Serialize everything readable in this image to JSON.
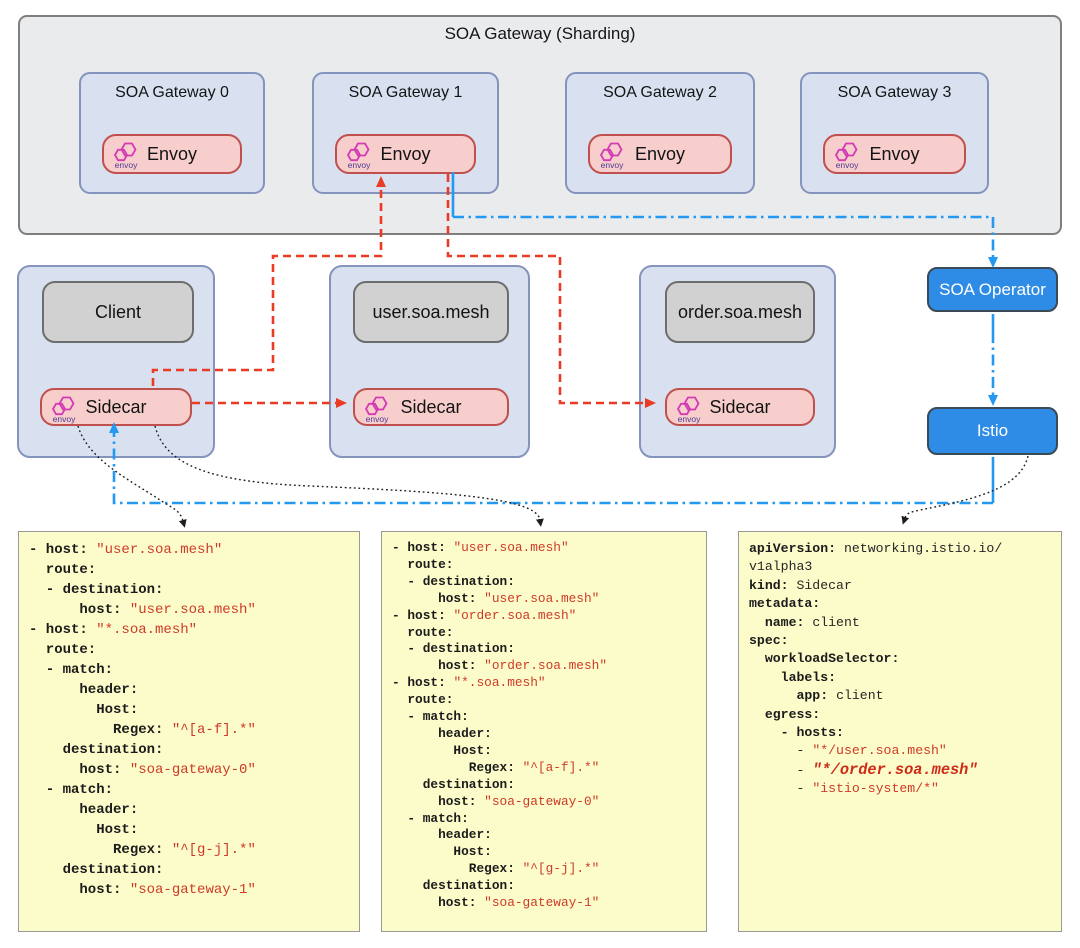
{
  "diagram_title": "SOA Gateway (Sharding)",
  "gateways": [
    {
      "label": "SOA Gateway 0",
      "proxy_label": "Envoy"
    },
    {
      "label": "SOA Gateway 1",
      "proxy_label": "Envoy"
    },
    {
      "label": "SOA Gateway 2",
      "proxy_label": "Envoy"
    },
    {
      "label": "SOA Gateway 3",
      "proxy_label": "Envoy"
    }
  ],
  "envoy_logo_text": "envoy",
  "services": [
    {
      "label": "Client",
      "proxy_label": "Sidecar"
    },
    {
      "label": "user.soa.mesh",
      "proxy_label": "Sidecar"
    },
    {
      "label": "order.soa.mesh",
      "proxy_label": "Sidecar"
    }
  ],
  "control_plane": {
    "operator_label": "SOA Operator",
    "istio_label": "Istio"
  },
  "colors": {
    "red_dashed_arrow": "#ea3b24",
    "blue_dashdot_arrow": "#2399f2",
    "black_dotted_arrow": "#1e1e1e",
    "container_fill": "#eaebed",
    "gateway_fill": "#d9e1f1",
    "gateway_border": "#8494bd",
    "proxy_fill": "#f8cecd",
    "proxy_border": "#bf504d",
    "service_label_fill": "#d1d1d1",
    "control_button_fill": "#2f8ce6",
    "code_block_fill": "#fcfccb",
    "code_key_color": "#1b1b1b",
    "code_string_color": "#cf3a28",
    "envoy_logo_magenta": "#d23bb4",
    "envoy_logo_purple": "#4b3a92"
  },
  "code_blocks": [
    {
      "lines": [
        [
          [
            "k",
            "- host: "
          ],
          [
            "s",
            "\"user.soa.mesh\""
          ]
        ],
        [
          [
            "k",
            "  route:"
          ]
        ],
        [
          [
            "k",
            "  - destination:"
          ]
        ],
        [
          [
            "k",
            "      host: "
          ],
          [
            "s",
            "\"user.soa.mesh\""
          ]
        ],
        [
          [
            "k",
            "- host: "
          ],
          [
            "s",
            "\"*.soa.mesh\""
          ]
        ],
        [
          [
            "k",
            "  route:"
          ]
        ],
        [
          [
            "k",
            "  - match:"
          ]
        ],
        [
          [
            "k",
            "      header:"
          ]
        ],
        [
          [
            "k",
            "        Host:"
          ]
        ],
        [
          [
            "k",
            "          Regex: "
          ],
          [
            "s",
            "\"^[a-f].*\""
          ]
        ],
        [
          [
            "k",
            "    destination:"
          ]
        ],
        [
          [
            "k",
            "      host: "
          ],
          [
            "s",
            "\"soa-gateway-0\""
          ]
        ],
        [
          [
            "k",
            "  - match:"
          ]
        ],
        [
          [
            "k",
            "      header:"
          ]
        ],
        [
          [
            "k",
            "        Host:"
          ]
        ],
        [
          [
            "k",
            "          Regex: "
          ],
          [
            "s",
            "\"^[g-j].*\""
          ]
        ],
        [
          [
            "k",
            "    destination:"
          ]
        ],
        [
          [
            "k",
            "      host: "
          ],
          [
            "s",
            "\"soa-gateway-1\""
          ]
        ]
      ]
    },
    {
      "lines": [
        [
          [
            "k",
            "- host: "
          ],
          [
            "s",
            "\"user.soa.mesh\""
          ]
        ],
        [
          [
            "k",
            "  route:"
          ]
        ],
        [
          [
            "k",
            "  - destination:"
          ]
        ],
        [
          [
            "k",
            "      host: "
          ],
          [
            "s",
            "\"user.soa.mesh\""
          ]
        ],
        [
          [
            "k",
            "- host: "
          ],
          [
            "s",
            "\"order.soa.mesh\""
          ]
        ],
        [
          [
            "k",
            "  route:"
          ]
        ],
        [
          [
            "k",
            "  - destination:"
          ]
        ],
        [
          [
            "k",
            "      host: "
          ],
          [
            "s",
            "\"order.soa.mesh\""
          ]
        ],
        [
          [
            "k",
            "- host: "
          ],
          [
            "s",
            "\"*.soa.mesh\""
          ]
        ],
        [
          [
            "k",
            "  route:"
          ]
        ],
        [
          [
            "k",
            "  - match:"
          ]
        ],
        [
          [
            "k",
            "      header:"
          ]
        ],
        [
          [
            "k",
            "        Host:"
          ]
        ],
        [
          [
            "k",
            "          Regex: "
          ],
          [
            "s",
            "\"^[a-f].*\""
          ]
        ],
        [
          [
            "k",
            "    destination:"
          ]
        ],
        [
          [
            "k",
            "      host: "
          ],
          [
            "s",
            "\"soa-gateway-0\""
          ]
        ],
        [
          [
            "k",
            "  - match:"
          ]
        ],
        [
          [
            "k",
            "      header:"
          ]
        ],
        [
          [
            "k",
            "        Host:"
          ]
        ],
        [
          [
            "k",
            "          Regex: "
          ],
          [
            "s",
            "\"^[g-j].*\""
          ]
        ],
        [
          [
            "k",
            "    destination:"
          ]
        ],
        [
          [
            "k",
            "      host: "
          ],
          [
            "s",
            "\"soa-gateway-1\""
          ]
        ]
      ]
    },
    {
      "lines": [
        [
          [
            "k",
            "apiVersion: "
          ],
          [
            "p",
            "networking.istio.io/"
          ]
        ],
        [
          [
            "p",
            "v1alpha3"
          ]
        ],
        [
          [
            "k",
            "kind: "
          ],
          [
            "p",
            "Sidecar"
          ]
        ],
        [
          [
            "k",
            "metadata:"
          ]
        ],
        [
          [
            "k",
            "  name: "
          ],
          [
            "p",
            "client"
          ]
        ],
        [
          [
            "k",
            "spec:"
          ]
        ],
        [
          [
            "k",
            "  workloadSelector:"
          ]
        ],
        [
          [
            "k",
            "    labels:"
          ]
        ],
        [
          [
            "k",
            "      app: "
          ],
          [
            "p",
            "client"
          ]
        ],
        [
          [
            "k",
            "  egress:"
          ]
        ],
        [
          [
            "k",
            "    - hosts:"
          ]
        ],
        [
          [
            "p",
            "      - "
          ],
          [
            "s",
            "\"*/user.soa.mesh\""
          ]
        ],
        [
          [
            "p",
            "      - "
          ],
          [
            "e",
            "\"*/order.soa.mesh\""
          ]
        ],
        [
          [
            "p",
            "      - "
          ],
          [
            "s",
            "\"istio-system/*\""
          ]
        ]
      ]
    }
  ]
}
